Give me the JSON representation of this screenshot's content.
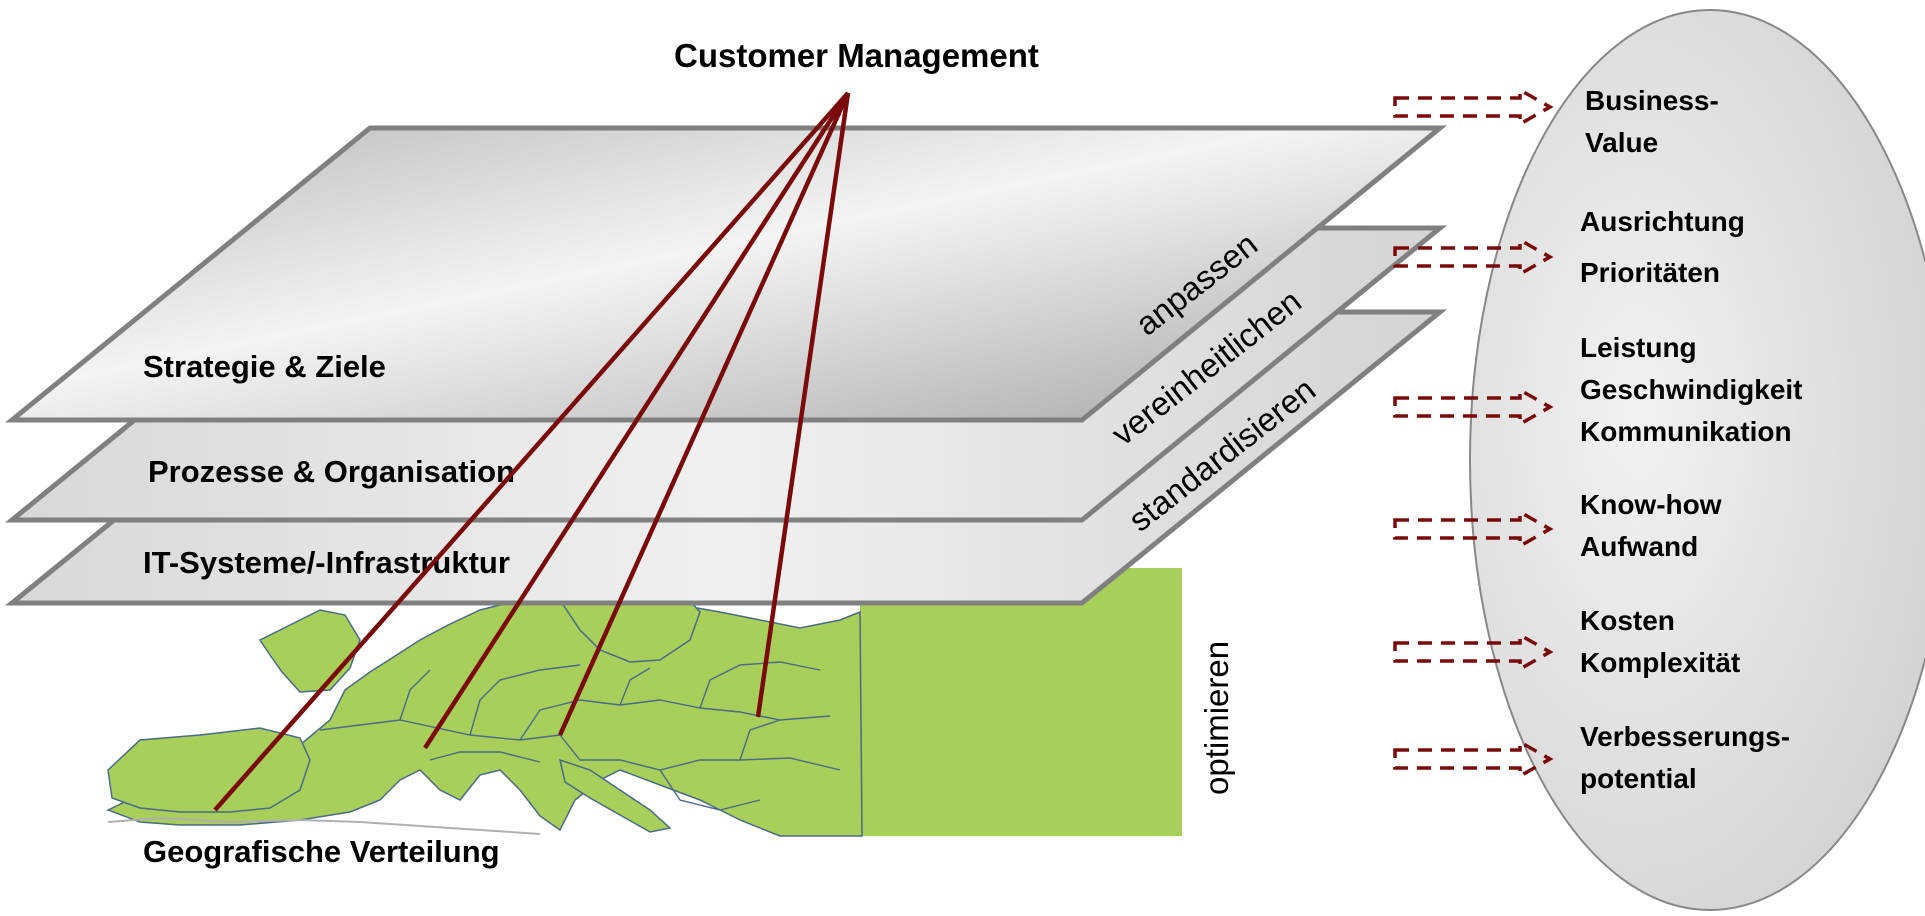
{
  "title": "Customer Management",
  "layers": [
    {
      "label": "Strategie & Ziele",
      "action": "anpassen"
    },
    {
      "label": "Prozesse & Organisation",
      "action": "vereinheitlichen"
    },
    {
      "label": "IT-Systeme/-Infrastruktur",
      "action": "standardisieren"
    }
  ],
  "map": {
    "label": "Geografische Verteilung",
    "action": "optimieren"
  },
  "benefits": [
    {
      "lines": [
        "Business-",
        "Value"
      ]
    },
    {
      "lines": [
        "Ausrichtung",
        "Prioritäten"
      ]
    },
    {
      "lines": [
        "Leistung",
        "Geschwindigkeit",
        "Kommunikation"
      ]
    },
    {
      "lines": [
        "Know-how",
        "Aufwand"
      ]
    },
    {
      "lines": [
        "Kosten",
        "Komplexität"
      ]
    },
    {
      "lines": [
        "Verbesserungs-",
        "potential"
      ]
    }
  ],
  "colors": {
    "accent": "#7a0a0a",
    "map_land": "#a8cf5a",
    "map_border": "#4a6a86",
    "layer_edge": "#808080"
  }
}
